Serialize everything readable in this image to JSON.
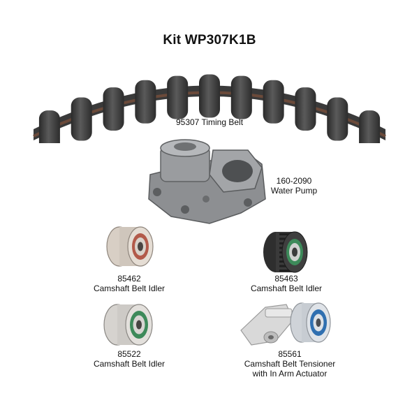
{
  "kit_title": "Kit WP307K1B",
  "parts": {
    "timing_belt": {
      "number": "95307",
      "name": "Timing Belt",
      "caption": "95307 Timing Belt"
    },
    "water_pump": {
      "number": "160-2090",
      "name": "Water Pump"
    },
    "idler_85462": {
      "number": "85462",
      "name": "Camshaft Belt Idler"
    },
    "idler_85463": {
      "number": "85463",
      "name": "Camshaft Belt Idler"
    },
    "idler_85522": {
      "number": "85522",
      "name": "Camshaft Belt Idler"
    },
    "tensioner_85561": {
      "number": "85561",
      "name_line1": "Camshaft Belt Tensioner",
      "name_line2": "with In Arm Actuator"
    }
  },
  "colors": {
    "belt_rubber": "#3d3d3d",
    "belt_backing": "#6b4a3a",
    "pump_metal": "#8a8c8e",
    "idler_ring_red": "#b25a4a",
    "idler_ring_green": "#3d8a5a",
    "tensioner_ring_blue": "#2f6fb0"
  }
}
